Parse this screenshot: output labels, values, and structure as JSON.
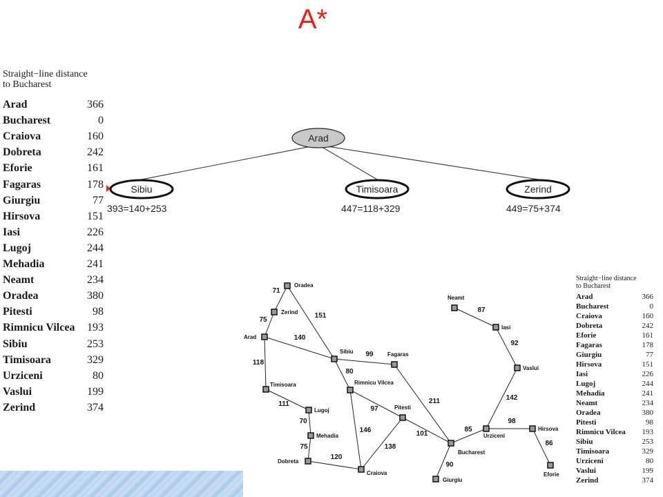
{
  "slide": {
    "title": "A*"
  },
  "sld_left": {
    "header_line1": "Straight−line distance",
    "header_line2": "to Bucharest",
    "rows": [
      {
        "city": "Arad",
        "dist": "366"
      },
      {
        "city": "Bucharest",
        "dist": "0"
      },
      {
        "city": "Craiova",
        "dist": "160"
      },
      {
        "city": "Dobreta",
        "dist": "242"
      },
      {
        "city": "Eforie",
        "dist": "161"
      },
      {
        "city": "Fagaras",
        "dist": "178"
      },
      {
        "city": "Giurgiu",
        "dist": "77"
      },
      {
        "city": "Hirsova",
        "dist": "151"
      },
      {
        "city": "Iasi",
        "dist": "226"
      },
      {
        "city": "Lugoj",
        "dist": "244"
      },
      {
        "city": "Mehadia",
        "dist": "241"
      },
      {
        "city": "Neamt",
        "dist": "234"
      },
      {
        "city": "Oradea",
        "dist": "380"
      },
      {
        "city": "Pitesti",
        "dist": "98"
      },
      {
        "city": "Rimnicu Vilcea",
        "dist": "193"
      },
      {
        "city": "Sibiu",
        "dist": "253"
      },
      {
        "city": "Timisoara",
        "dist": "329"
      },
      {
        "city": "Urziceni",
        "dist": "80"
      },
      {
        "city": "Vaslui",
        "dist": "199"
      },
      {
        "city": "Zerind",
        "dist": "374"
      }
    ]
  },
  "sld_right": {
    "header_line1": "Straight−line distance",
    "header_line2": "to Bucharest",
    "rows": [
      {
        "city": "Arad",
        "dist": "366"
      },
      {
        "city": "Bucharest",
        "dist": "0"
      },
      {
        "city": "Craiova",
        "dist": "160"
      },
      {
        "city": "Dobreta",
        "dist": "242"
      },
      {
        "city": "Eforie",
        "dist": "161"
      },
      {
        "city": "Fagaras",
        "dist": "178"
      },
      {
        "city": "Giurgiu",
        "dist": "77"
      },
      {
        "city": "Hirsova",
        "dist": "151"
      },
      {
        "city": "Iasi",
        "dist": "226"
      },
      {
        "city": "Lugoj",
        "dist": "244"
      },
      {
        "city": "Mehadia",
        "dist": "241"
      },
      {
        "city": "Neamt",
        "dist": "234"
      },
      {
        "city": "Oradea",
        "dist": "380"
      },
      {
        "city": "Pitesti",
        "dist": "98"
      },
      {
        "city": "Rimnicu Vilcea",
        "dist": "193"
      },
      {
        "city": "Sibiu",
        "dist": "253"
      },
      {
        "city": "Timisoara",
        "dist": "329"
      },
      {
        "city": "Urziceni",
        "dist": "80"
      },
      {
        "city": "Vaslui",
        "dist": "199"
      },
      {
        "city": "Zerind",
        "dist": "374"
      }
    ]
  },
  "tree": {
    "root": "Arad",
    "children": [
      {
        "label": "Sibiu",
        "f": "393=140+253"
      },
      {
        "label": "Timisoara",
        "f": "447=118+329"
      },
      {
        "label": "Zerind",
        "f": "449=75+374"
      }
    ]
  },
  "map": {
    "cities": [
      "Oradea",
      "Zerind",
      "Arad",
      "Sibiu",
      "Fagaras",
      "Timisoara",
      "Rimnicu Vilcea",
      "Lugoj",
      "Pitesti",
      "Mehadia",
      "Dobreta",
      "Craiova",
      "Bucharest",
      "Giurgiu",
      "Urziceni",
      "Neamt",
      "Iasi",
      "Vaslui",
      "Hirsova",
      "Eforie"
    ],
    "roads": [
      {
        "a": "Oradea",
        "b": "Zerind",
        "km": "71"
      },
      {
        "a": "Zerind",
        "b": "Arad",
        "km": "75"
      },
      {
        "a": "Oradea",
        "b": "Sibiu",
        "km": "151"
      },
      {
        "a": "Arad",
        "b": "Sibiu",
        "km": "140"
      },
      {
        "a": "Arad",
        "b": "Timisoara",
        "km": "118"
      },
      {
        "a": "Timisoara",
        "b": "Lugoj",
        "km": "111"
      },
      {
        "a": "Lugoj",
        "b": "Mehadia",
        "km": "70"
      },
      {
        "a": "Mehadia",
        "b": "Dobreta",
        "km": "75"
      },
      {
        "a": "Dobreta",
        "b": "Craiova",
        "km": "120"
      },
      {
        "a": "Sibiu",
        "b": "Fagaras",
        "km": "99"
      },
      {
        "a": "Sibiu",
        "b": "Rimnicu Vilcea",
        "km": "80"
      },
      {
        "a": "Rimnicu Vilcea",
        "b": "Pitesti",
        "km": "97"
      },
      {
        "a": "Rimnicu Vilcea",
        "b": "Craiova",
        "km": "146"
      },
      {
        "a": "Craiova",
        "b": "Pitesti",
        "km": "138"
      },
      {
        "a": "Fagaras",
        "b": "Bucharest",
        "km": "211"
      },
      {
        "a": "Pitesti",
        "b": "Bucharest",
        "km": "101"
      },
      {
        "a": "Bucharest",
        "b": "Giurgiu",
        "km": "90"
      },
      {
        "a": "Bucharest",
        "b": "Urziceni",
        "km": "85"
      },
      {
        "a": "Urziceni",
        "b": "Hirsova",
        "km": "98"
      },
      {
        "a": "Hirsova",
        "b": "Eforie",
        "km": "86"
      },
      {
        "a": "Urziceni",
        "b": "Vaslui",
        "km": "142"
      },
      {
        "a": "Vaslui",
        "b": "Iasi",
        "km": "92"
      },
      {
        "a": "Iasi",
        "b": "Neamt",
        "km": "87"
      }
    ]
  },
  "colors": {
    "title": "#e8201c",
    "root_fill": "#c8c8c8",
    "line": "#444444",
    "node_fill": "#9a9a9a"
  }
}
